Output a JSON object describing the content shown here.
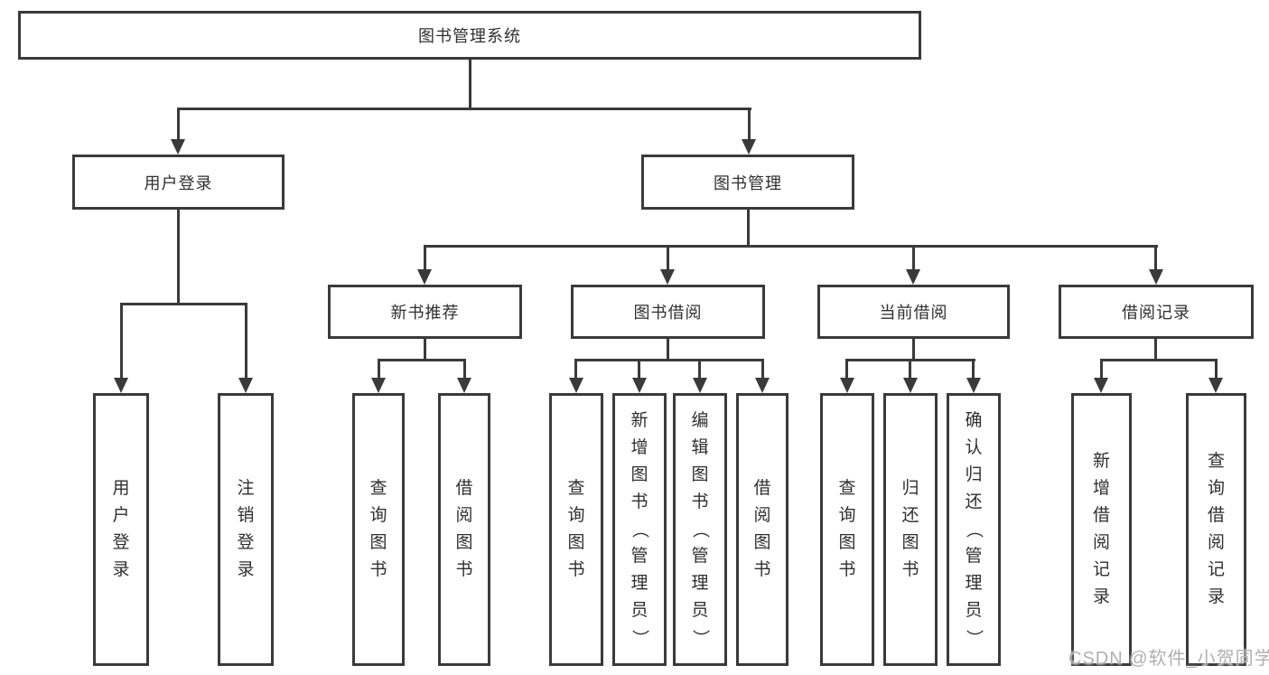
{
  "root": {
    "label": "图书管理系统"
  },
  "branches": [
    {
      "label": "用户登录"
    },
    {
      "label": "图书管理"
    }
  ],
  "modules": [
    {
      "label": "新书推荐"
    },
    {
      "label": "图书借阅"
    },
    {
      "label": "当前借阅"
    },
    {
      "label": "借阅记录"
    }
  ],
  "functions": [
    {
      "label": "用户登录"
    },
    {
      "label": "注销登录"
    },
    {
      "label": "查询图书"
    },
    {
      "label": "借阅图书"
    },
    {
      "label": "查询图书"
    },
    {
      "label": "新增图书（管理员）"
    },
    {
      "label": "编辑图书（管理员）"
    },
    {
      "label": "借阅图书"
    },
    {
      "label": "查询图书"
    },
    {
      "label": "归还图书"
    },
    {
      "label": "确认归还（管理员）"
    },
    {
      "label": "新增借阅记录"
    },
    {
      "label": "查询借阅记录"
    }
  ],
  "watermark": {
    "text": "CSDN @软件_小贺同学"
  },
  "colors": {
    "line": "#3a3a3a",
    "text": "#2f2f2f",
    "background": "#ffffff",
    "watermark": "#a2a2a2"
  }
}
